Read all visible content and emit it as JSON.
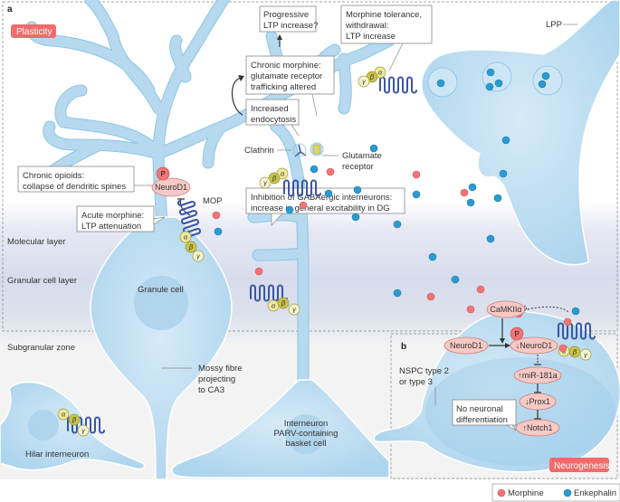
{
  "panels": {
    "a": {
      "label": "a",
      "tag": "Plasticity",
      "layers": [
        "Molecular layer",
        "Granular cell layer",
        "Subgranular zone"
      ],
      "cells": {
        "granule": "Granule cell",
        "mossy_fibre": [
          "Mossy fibre",
          "projecting",
          "to CA3"
        ],
        "hilar": "Hilar interneuron",
        "basket": [
          "Interneuron",
          "PARV-containing",
          "basket cell"
        ],
        "lpp": "LPP"
      },
      "callouts": {
        "progressive": [
          "Progressive",
          "LTP increase?"
        ],
        "tolerance": [
          "Morphine tolerance,",
          "withdrawal:",
          "LTP increase"
        ],
        "chronic_morphine": [
          "Chronic morphine:",
          "glutamate receptor",
          "trafficking altered"
        ],
        "endocytosis": [
          "Increased",
          "endocytosis"
        ],
        "chronic_opioids": [
          "Chronic opioids:",
          "collapse of dendritic spines"
        ],
        "acute": [
          "Acute morphine:",
          "LTP attenuation"
        ],
        "gaba": [
          "Inhibition of GABAergic interneurons:",
          "increase in general excitability in DG"
        ]
      },
      "molecules": {
        "clathrin": "Clathrin",
        "glutamate_receptor": [
          "Glutamate",
          "receptor"
        ],
        "mop": "MOP",
        "neurod1": "NeuroD1",
        "p": "P"
      }
    },
    "b": {
      "label": "b",
      "tag": "Neurogenesis",
      "nspc": [
        "NSPC type 2",
        "or type 3"
      ],
      "pathway": {
        "camk": "CaMKIIα",
        "neurod1": "NeuroD1",
        "neurod1_down": "↓NeuroD1",
        "mir": "↑miR-181a",
        "prox": "↓Prox1",
        "notch": "↑Notch1",
        "p": "P"
      },
      "callout": [
        "No neuronal",
        "differentiation"
      ]
    }
  },
  "g_protein": {
    "alpha": "α",
    "beta": "β",
    "gamma": "γ"
  },
  "legend": [
    {
      "label": "Morphine",
      "color": "#f07478"
    },
    {
      "label": "Enkephalin",
      "color": "#2a9bd0"
    }
  ],
  "colors": {
    "morphine": "#f07478",
    "enkephalin": "#2a9bd0",
    "cell": "#b6d9ef",
    "tag": "#f26b6b"
  }
}
